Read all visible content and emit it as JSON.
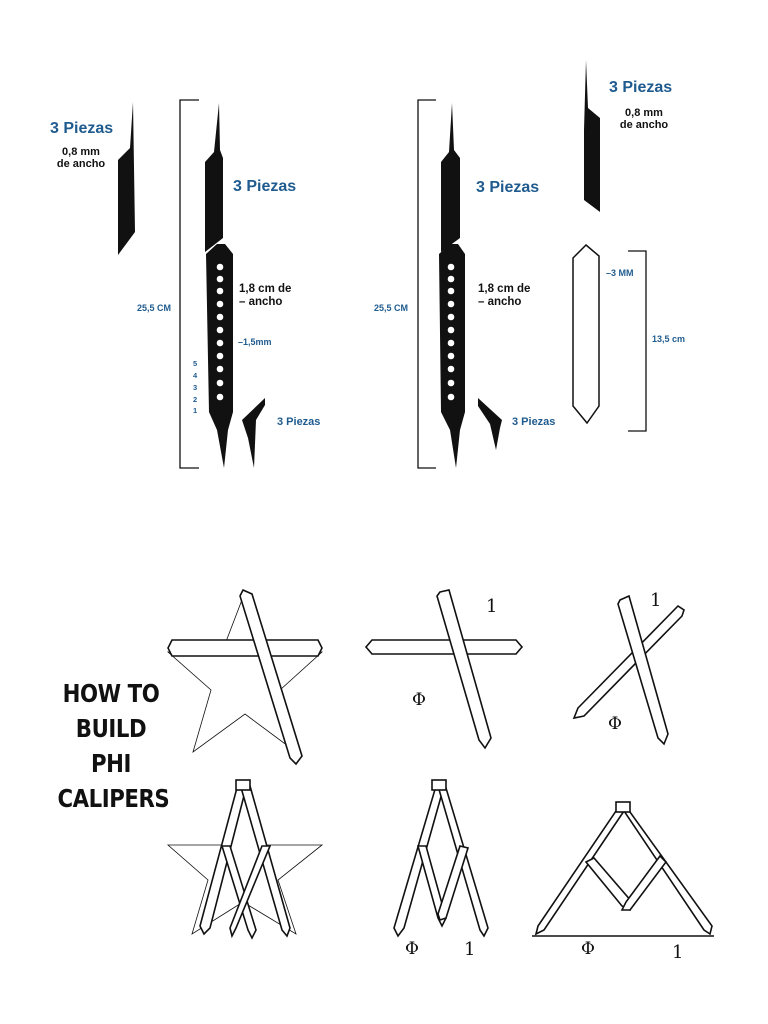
{
  "top_diagram_left": {
    "piece_small_label": "3 Piezas",
    "piece_small_width": "0,8 mm\nde ancho",
    "main_label": "3 Piezas",
    "total_length": "25,5 CM",
    "width_label": "1,8 cm de\n–  ancho",
    "hole_label": "–1,5mm",
    "hole_numbers": [
      "5",
      "4",
      "3",
      "2",
      "1"
    ],
    "hook_label": "3 Piezas"
  },
  "top_diagram_right": {
    "piece_small_label": "3 Piezas",
    "piece_small_width": "0,8 mm\nde ancho",
    "main_label": "3 Piezas",
    "total_length": "25,5 CM",
    "width_label": "1,8 cm de\n–  ancho",
    "hook_label": "3 Piezas",
    "bar_width_label": "–3 MM",
    "bar_length": "13,5 cm"
  },
  "title": {
    "lines": [
      "HOW TO",
      "BUILD",
      "PHI",
      "CALIPERS"
    ]
  },
  "steps": {
    "phi_symbol": "Φ",
    "one_symbol": "1"
  },
  "colors": {
    "accent_blue": "#1f5b8f",
    "ink": "#111111"
  }
}
